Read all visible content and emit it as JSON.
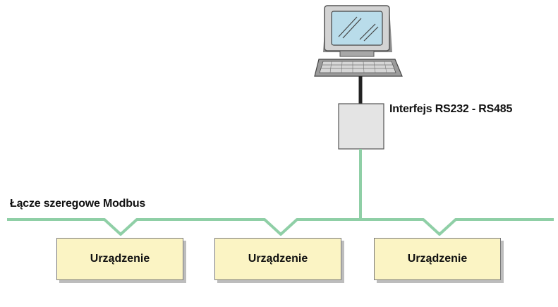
{
  "diagram": {
    "interface_label": "Interfejs RS232 - RS485",
    "bus_label": "Łącze szeregowe Modbus",
    "devices": [
      {
        "label": "Urządzenie"
      },
      {
        "label": "Urządzenie"
      },
      {
        "label": "Urządzenie"
      }
    ],
    "colors": {
      "bus_line": "#8fcfa6",
      "device_fill": "#fbf4c4",
      "interface_fill": "#e4e4e4",
      "monitor_screen": "#b9dcea"
    },
    "icons": [
      "computer-icon",
      "monitor-icon",
      "keyboard-icon",
      "converter-box-icon"
    ]
  }
}
